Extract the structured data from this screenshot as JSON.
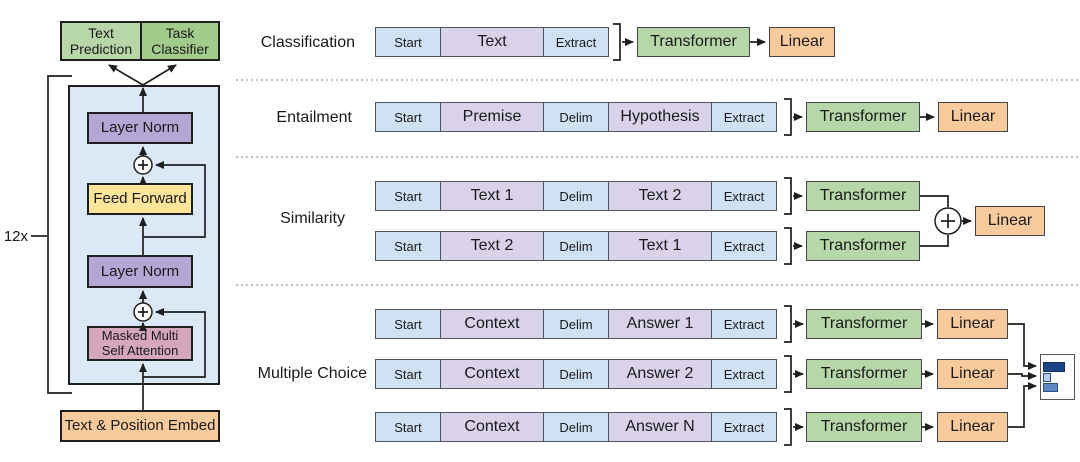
{
  "left_diagram": {
    "heads": [
      "Text Prediction",
      "Task Classifier"
    ],
    "repeat_label": "12x",
    "layer_norm_top": "Layer Norm",
    "feed_forward": "Feed Forward",
    "layer_norm_bottom": "Layer Norm",
    "masked_attention": [
      "Masked Multi",
      "Self Attention"
    ],
    "embedding": "Text & Position Embed"
  },
  "tasks": [
    {
      "label": "Classification",
      "rows": [
        {
          "tokens": [
            "Start",
            "Text",
            "Extract"
          ],
          "transformer": "Transformer",
          "linear": "Linear"
        }
      ]
    },
    {
      "label": "Entailment",
      "rows": [
        {
          "tokens": [
            "Start",
            "Premise",
            "Delim",
            "Hypothesis",
            "Extract"
          ],
          "transformer": "Transformer",
          "linear": "Linear"
        }
      ]
    },
    {
      "label": "Similarity",
      "rows": [
        {
          "tokens": [
            "Start",
            "Text 1",
            "Delim",
            "Text 2",
            "Extract"
          ],
          "transformer": "Transformer"
        },
        {
          "tokens": [
            "Start",
            "Text 2",
            "Delim",
            "Text 1",
            "Extract"
          ],
          "transformer": "Transformer"
        }
      ],
      "aggregate_linear": "Linear"
    },
    {
      "label": "Multiple Choice",
      "rows": [
        {
          "tokens": [
            "Start",
            "Context",
            "Delim",
            "Answer 1",
            "Extract"
          ],
          "transformer": "Transformer",
          "linear": "Linear"
        },
        {
          "tokens": [
            "Start",
            "Context",
            "Delim",
            "Answer 2",
            "Extract"
          ],
          "transformer": "Transformer",
          "linear": "Linear"
        },
        {
          "tokens": [
            "Start",
            "Context",
            "Delim",
            "Answer N",
            "Extract"
          ],
          "transformer": "Transformer",
          "linear": "Linear"
        }
      ]
    }
  ],
  "icons": {
    "plus_circle": "+",
    "score_bars": "bar-chart"
  },
  "colors": {
    "token-blue": "#cfe2f3",
    "token-purple": "#d9d2e9",
    "transformer-green": "#b6d7a8",
    "linear-orange": "#f9cb9c",
    "panel-blue": "#dbe8f6",
    "layernorm-purple": "#b4a7d6",
    "feedforward-yellow": "#ffe599",
    "attention-pink": "#d5a6bd",
    "embed-orange": "#f9cb9c",
    "head-green-light": "#b7d7a9",
    "head-green-dark": "#a2cc8b",
    "bar-dark": "#1c4587",
    "bar-light": "#b9cfe8",
    "bar-mid": "#5b8ac2",
    "line": "#1f1f1f"
  }
}
